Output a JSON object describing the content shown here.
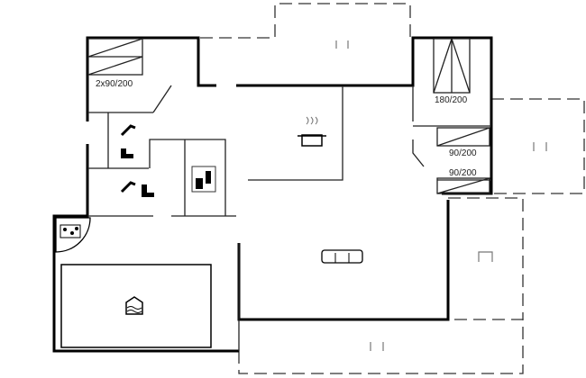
{
  "plan": {
    "beds": {
      "bedroom_1": "2x90/200",
      "bedroom_2": "180/200",
      "bedroom_3_bed_a": "90/200",
      "bedroom_3_bed_b": "90/200"
    },
    "icons": [
      "kitchen-pot-icon",
      "sofa-icon",
      "pool-icon",
      "hot-tub-icon",
      "shower-icon",
      "toilet-icon",
      "washing-machine-icon",
      "terrace-icon"
    ]
  }
}
